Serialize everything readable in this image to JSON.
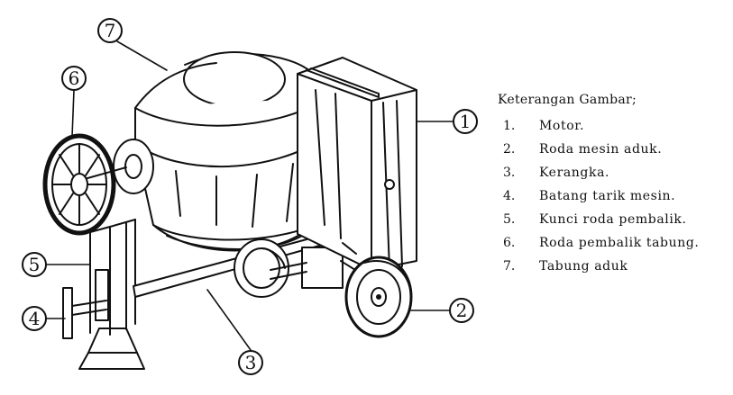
{
  "legend": {
    "title": "Keterangan Gambar;",
    "items": [
      {
        "number": "1.",
        "label": "Motor."
      },
      {
        "number": "2.",
        "label": "Roda mesin aduk."
      },
      {
        "number": "3.",
        "label": "Kerangka."
      },
      {
        "number": "4.",
        "label": "Batang tarik mesin."
      },
      {
        "number": "5.",
        "label": "Kunci roda pembalik."
      },
      {
        "number": "6.",
        "label": "Roda pembalik tabung."
      },
      {
        "number": "7.",
        "label": "Tabung aduk"
      }
    ]
  },
  "callouts": [
    "1",
    "2",
    "3",
    "4",
    "5",
    "6",
    "7"
  ],
  "colors": {
    "ink": "#111111",
    "background": "#ffffff"
  }
}
